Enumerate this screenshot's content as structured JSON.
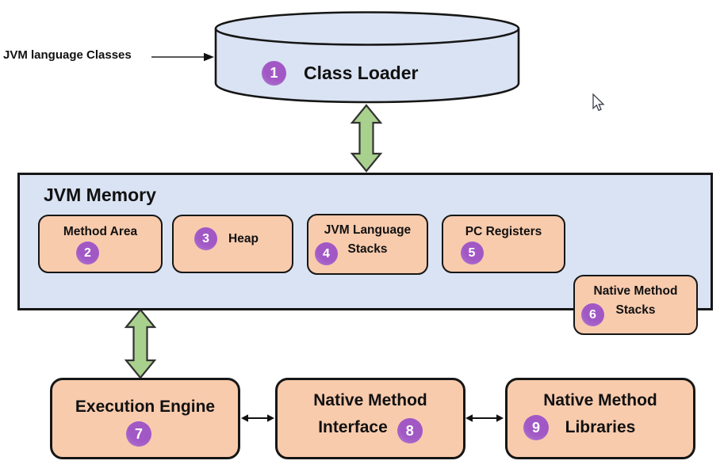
{
  "colors": {
    "panel_blue": "#dae3f3",
    "box_orange": "#f8cbad",
    "arrow_green": "#a9d18e",
    "badge_purple": "#a55fc8",
    "border_dark": "#161616"
  },
  "input": {
    "label": "JVM language Classes"
  },
  "class_loader": {
    "badge": "1",
    "label": "Class Loader"
  },
  "jvm_memory": {
    "title": "JVM Memory",
    "components": [
      {
        "badge": "2",
        "label": "Method Area"
      },
      {
        "badge": "3",
        "label": "Heap"
      },
      {
        "badge": "4",
        "label_line1": "JVM Language",
        "label_line2": "Stacks"
      },
      {
        "badge": "5",
        "label": "PC Registers"
      },
      {
        "badge": "6",
        "label_line1": "Native Method",
        "label_line2": "Stacks"
      }
    ]
  },
  "engine_row": [
    {
      "badge": "7",
      "label": "Execution Engine"
    },
    {
      "badge": "8",
      "label_line1": "Native Method",
      "label_line2": "Interface"
    },
    {
      "badge": "9",
      "label_line1": "Native Method",
      "label_line2": "Libraries"
    }
  ]
}
